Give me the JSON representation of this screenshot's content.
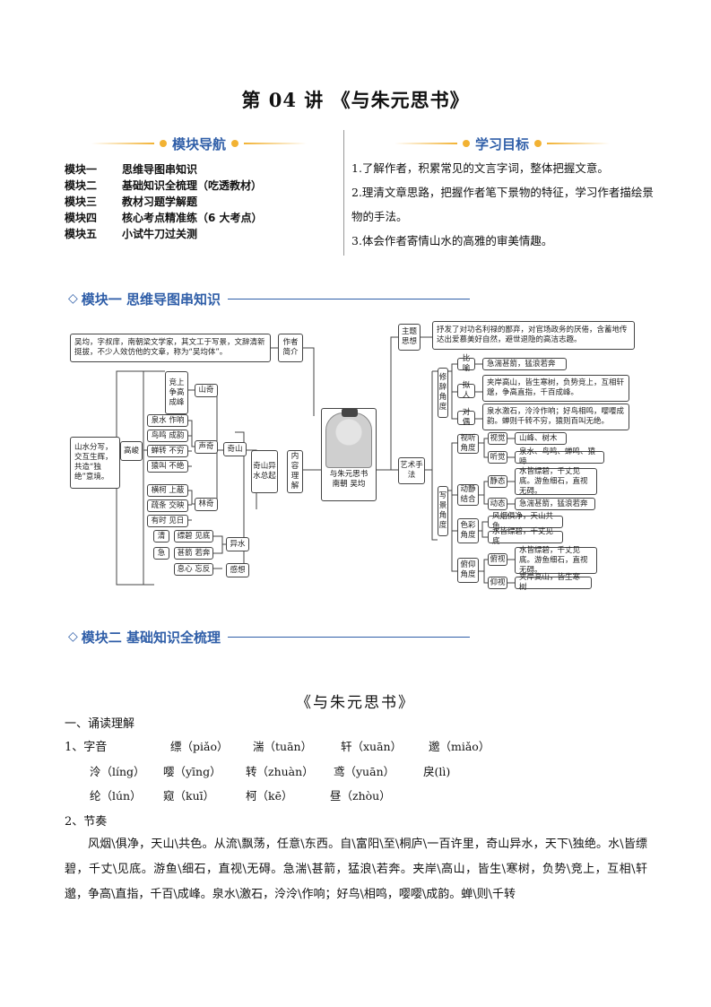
{
  "title": "第 04 讲 《与朱元思书》",
  "nav": {
    "heading": "模块导航",
    "items": [
      {
        "k": "模块一",
        "v": "思维导图串知识"
      },
      {
        "k": "模块二",
        "v": "基础知识全梳理（吃透教材）"
      },
      {
        "k": "模块三",
        "v": "教材习题学解题"
      },
      {
        "k": "模块四",
        "v": "核心考点精准练（6 大考点）"
      },
      {
        "k": "模块五",
        "v": "小试牛刀过关测"
      }
    ]
  },
  "goals": {
    "heading": "学习目标",
    "items": [
      "1.了解作者，积累常见的文言字词，整体把握文意。",
      "2.理清文章思路，把握作者笔下景物的特征，学习作者描绘景物的手法。",
      "3.体会作者寄情山水的高雅的审美情趣。"
    ]
  },
  "module1": {
    "icon": "◇",
    "title": "模块一 思维导图串知识"
  },
  "module2": {
    "icon": "◇",
    "title": "模块二 基础知识全梳理"
  },
  "mindmap": {
    "author_desc": "吴均，字叔庠，南朝梁文学家，其文工于写景，文辞清新挺拔，不少人效仿他的文章，称为“吴均体”。",
    "author_label": "作者简介",
    "theme_label": "主题思想",
    "theme_desc": "抒发了对功名利禄的鄙弃，对官场政务的厌倦，含蓄地传达出爱慕美好自然，避世退隐的高洁志趣。",
    "center_title": "与朱元思书",
    "center_author": "南朝 吴均",
    "content_label": "内容理解",
    "general": "奇山异水总起",
    "qishan": "奇山",
    "yishui": "异水",
    "gancxiang": "感想",
    "shanqi": "山奇",
    "shengqi": "声奇",
    "linqi": "林奇",
    "gaojun": "高峻",
    "left_summary": "山水分写，交互生辉，共造“独绝”意境。",
    "jingshang": "竞上争高成峰",
    "sheng_items": [
      "泉水 作响",
      "鸟鸣 成韵",
      "蝉转 不穷",
      "猿叫 不绝"
    ],
    "lin_items": [
      "横柯 上蔽",
      "疏条 交映",
      "有时 见日"
    ],
    "qing": "清",
    "ji": "急",
    "qing_desc": "缥碧 见底",
    "ji_desc": "甚箭 若奔",
    "gan_desc": "息心 忘反",
    "art_label": "艺术手法",
    "xiuci_label": "修辞角度",
    "xiejing_label": "写景角度",
    "biyu": "比喻",
    "biyu_desc": "急湍甚箭，猛浪若奔",
    "niren": "拟人",
    "niren_desc": "夹岸高山，皆生寒树，负势竞上，互相轩邈，争高直指，千百成峰。",
    "duiou": "对偶",
    "duiou_desc": "泉水激石，泠泠作响；好鸟相鸣，嘤嘤成韵。蝉则千转不穷，猿则百叫无绝。",
    "shiting": "视听角度",
    "shijue": "视觉",
    "shijue_desc": "山峰、树木",
    "tingjue": "听觉",
    "tingjue_desc": "泉水、鸟鸣、蝉鸣、猿啼",
    "dongjing": "动静结合",
    "jingtai": "静态",
    "jingtai_desc": "水皆缥碧，千丈见底。游鱼细石，直视无碍。",
    "dongtai": "动态",
    "dongtai_desc": "急湍甚箭，猛浪若奔",
    "secai": "色彩角度",
    "secai_a": "风烟俱净，天山共色",
    "secai_b": "水皆缥碧，千丈见底",
    "fuyang": "俯仰角度",
    "fushi": "俯视",
    "fushi_desc": "水皆缥碧，千丈见底。游鱼细石，直视无碍。",
    "yangshi": "仰视",
    "yangshi_desc": "夹岸高山，皆生寒树"
  },
  "text": {
    "sub_title": "《与朱元思书》",
    "h_reading": "一、诵读理解",
    "pron_label": "1、字音",
    "pron_row1": [
      "缥（piǎo）",
      "湍（tuān）",
      "轩（xuān）",
      "邈（miǎo）"
    ],
    "pron_row2": [
      "泠（líng）",
      "嘤（yīng）",
      "转（zhuàn）",
      "鸢（yuān）",
      "戾(lì)"
    ],
    "pron_row3": [
      "纶（lún）",
      "窥（kuī）",
      "柯（kē）",
      "昼（zhòu）"
    ],
    "rhythm_label": "2、节奏",
    "rhythm_text": "风烟\\俱净，天山\\共色。从流\\飘荡，任意\\东西。自\\富阳\\至\\桐庐\\一百许里，奇山异水，天下\\独绝。水\\皆缥碧，千丈\\见底。游鱼\\细石，直视\\无碍。急湍\\甚箭，猛浪\\若奔。夹岸\\高山，皆生\\寒树，负势\\竞上，互相\\轩邈，争高\\直指，千百\\成峰。泉水\\激石，泠泠\\作响；好鸟\\相鸣，嘤嘤\\成韵。蝉\\则\\千转"
  }
}
